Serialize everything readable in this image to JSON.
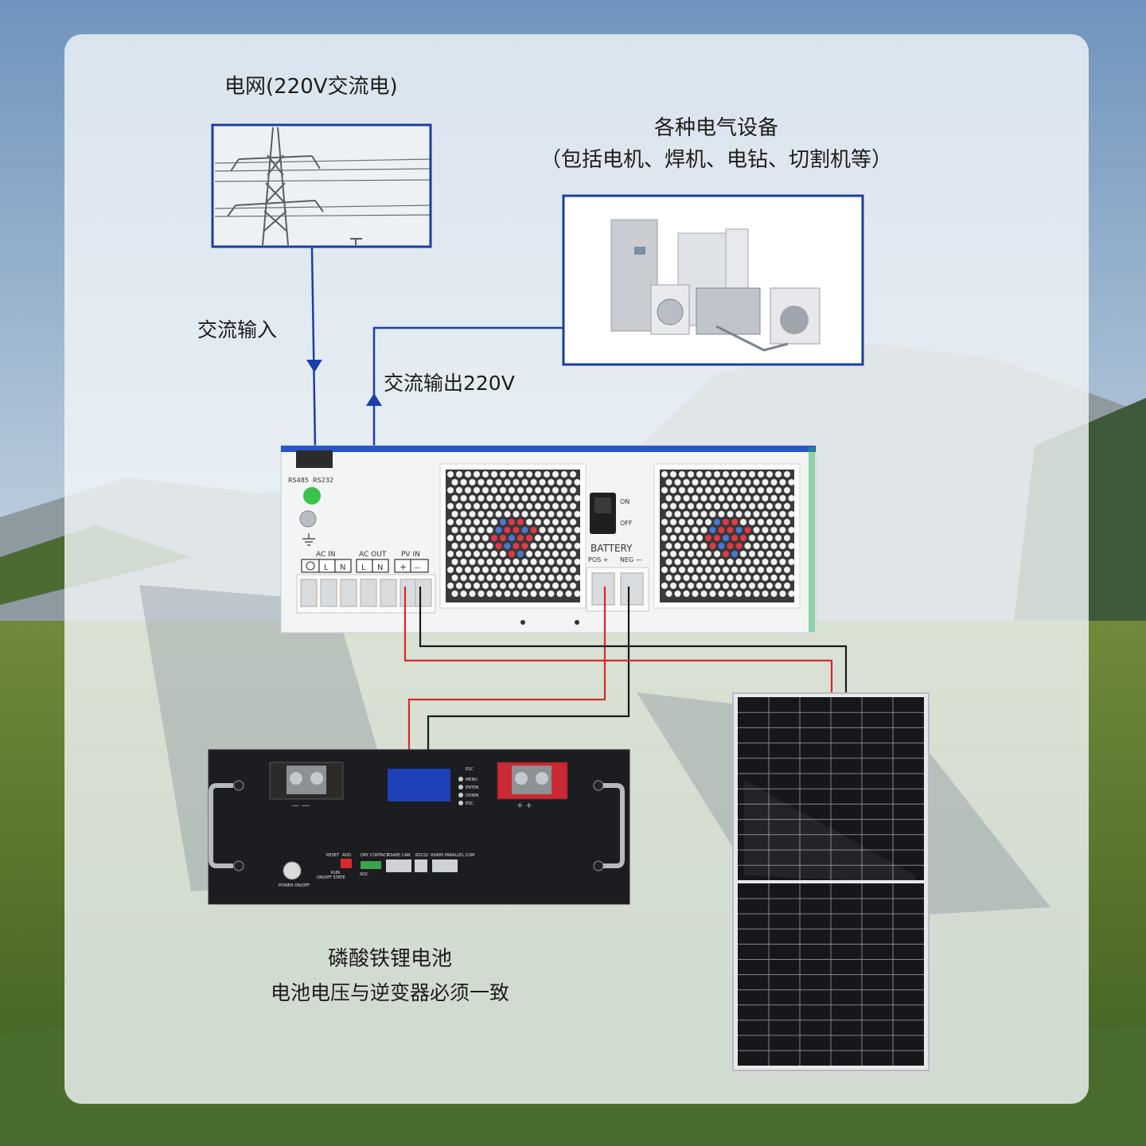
{
  "labels": {
    "grid_title": "电网(220V交流电)",
    "equipment_title": "各种电气设备",
    "equipment_subtitle": "（包括电机、焊机、电钻、切割机等）",
    "ac_input": "交流输入",
    "ac_output": "交流输出220V",
    "battery_title": "磷酸铁锂电池",
    "battery_subtitle": "电池电压与逆变器必须一致"
  },
  "inverter": {
    "port_rs485": "RS485",
    "port_rs232": "RS232",
    "ac_in": "AC IN",
    "ac_out": "AC OUT",
    "pv_in": "PV IN",
    "term_l": "L",
    "term_n": "N",
    "term_plus": "+",
    "term_minus": "—",
    "switch_on": "ON",
    "switch_off": "OFF",
    "battery": "BATTERY",
    "pos": "POS +",
    "neg": "NEG —"
  },
  "battery_unit": {
    "esc_header": "ESC",
    "menu": "MENU",
    "enter": "ENTER",
    "down": "DOWN",
    "esc": "ESC",
    "reset": "RESET",
    "add": "ADD",
    "dry_contact": "DRY CONTACT",
    "rs485": "RS485",
    "can": "CAN",
    "rs232": "RS232",
    "parallel": "RS485 PARALLEL COM",
    "power": "POWER ON/OFF",
    "run": "RUN",
    "state": "ON/OFF STATE",
    "soc": "SOC",
    "neg_marks": "—   —",
    "pos_marks": "+   +"
  },
  "colors": {
    "frame_blue": "#1a3f9e",
    "arrow_blue": "#1b3fa8",
    "wire_red": "#d8282a",
    "wire_black": "#1a1a1a"
  }
}
